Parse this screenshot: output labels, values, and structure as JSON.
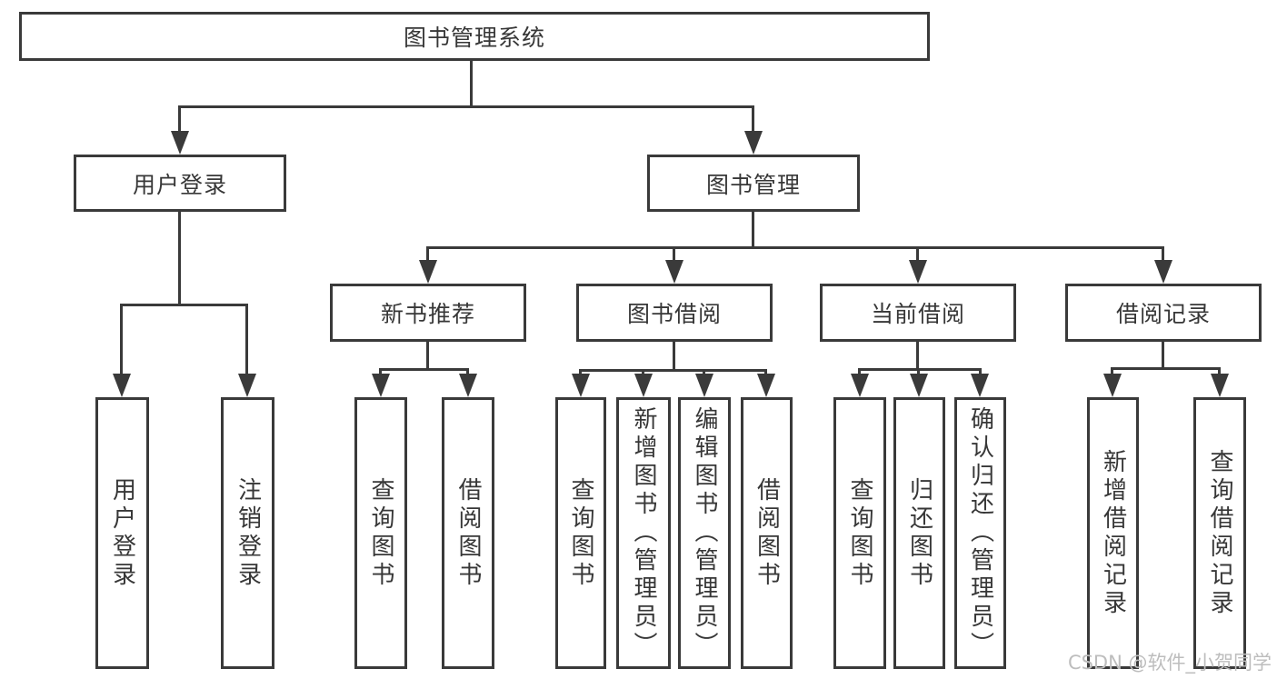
{
  "nodes": {
    "root": {
      "label": "图书管理系统"
    },
    "level2": [
      {
        "label": "用户登录"
      },
      {
        "label": "图书管理"
      }
    ],
    "level3": [
      {
        "label": "新书推荐"
      },
      {
        "label": "图书借阅"
      },
      {
        "label": "当前借阅"
      },
      {
        "label": "借阅记录"
      }
    ],
    "leaves": [
      {
        "label": "用户登录"
      },
      {
        "label": "注销登录"
      },
      {
        "label": "查询图书"
      },
      {
        "label": "借阅图书"
      },
      {
        "label": "查询图书"
      },
      {
        "label": "新增图书（管理员）"
      },
      {
        "label": "编辑图书（管理员）"
      },
      {
        "label": "借阅图书"
      },
      {
        "label": "查询图书"
      },
      {
        "label": "归还图书"
      },
      {
        "label": "确认归还（管理员）"
      },
      {
        "label": "新增借阅记录"
      },
      {
        "label": "查询借阅记录"
      }
    ]
  },
  "watermark": {
    "text": "CSDN @软件_小贺同学"
  },
  "colors": {
    "line": "#3a3a3a",
    "text": "#373737",
    "watermark": "#bdbdbd",
    "background": "#ffffff"
  }
}
